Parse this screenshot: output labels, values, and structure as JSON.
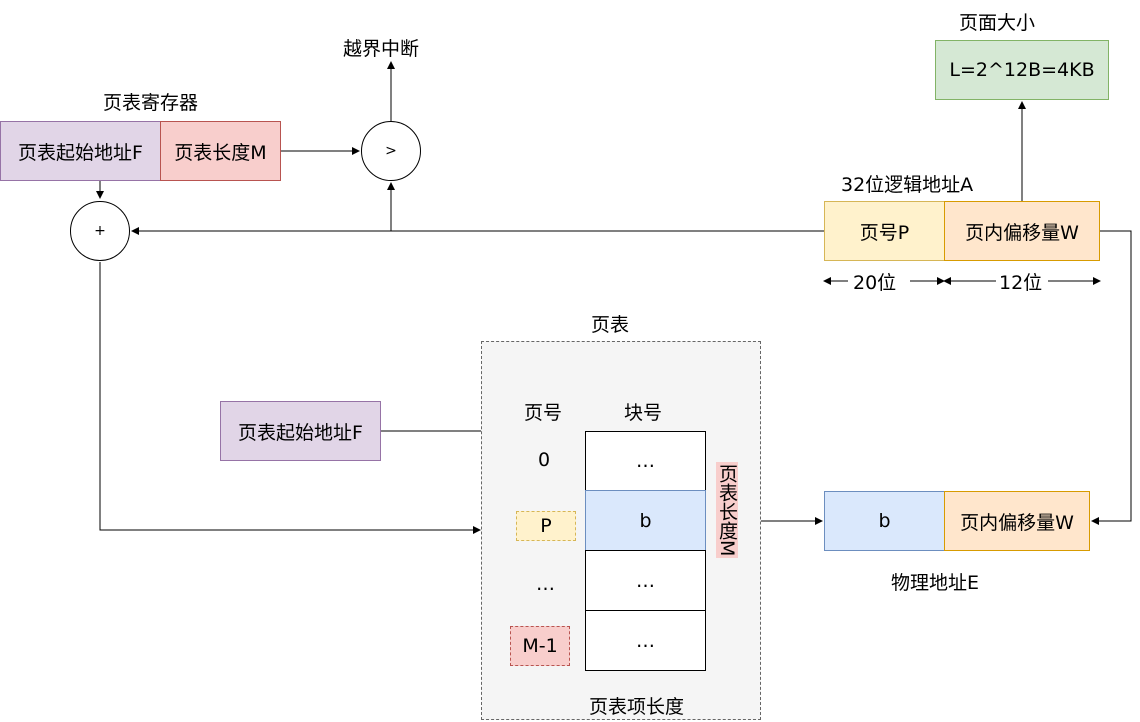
{
  "page_register": {
    "title": "页表寄存器",
    "start_address": "页表起始地址F",
    "length": "页表长度M"
  },
  "overflow_interrupt": "越界中断",
  "compare_symbol": ">",
  "add_symbol": "+",
  "page_size": {
    "title": "页面大小",
    "value": "L=2^12B=4KB"
  },
  "logical_address": {
    "title": "32位逻辑地址A",
    "page_number": "页号P",
    "offset": "页内偏移量W",
    "page_bits": "20位",
    "offset_bits": "12位"
  },
  "page_table": {
    "title": "页表",
    "start_address": "页表起始地址F",
    "col_page": "页号",
    "col_block": "块号",
    "rows": [
      {
        "page": "0",
        "block": "…"
      },
      {
        "page": "P",
        "block": "b"
      },
      {
        "page": "…",
        "block": "…"
      },
      {
        "page": "M-1",
        "block": "…"
      }
    ],
    "length_label": "页表长度M",
    "entry_length": "页表项长度"
  },
  "physical_address": {
    "title": "物理地址E",
    "block": "b",
    "offset": "页内偏移量W"
  },
  "colors": {
    "purple": "#e1d5e7",
    "red": "#f8cecc",
    "yellow": "#fff2cc",
    "orange": "#ffe6cc",
    "green": "#d5e8d4",
    "blue": "#dae8fc"
  }
}
